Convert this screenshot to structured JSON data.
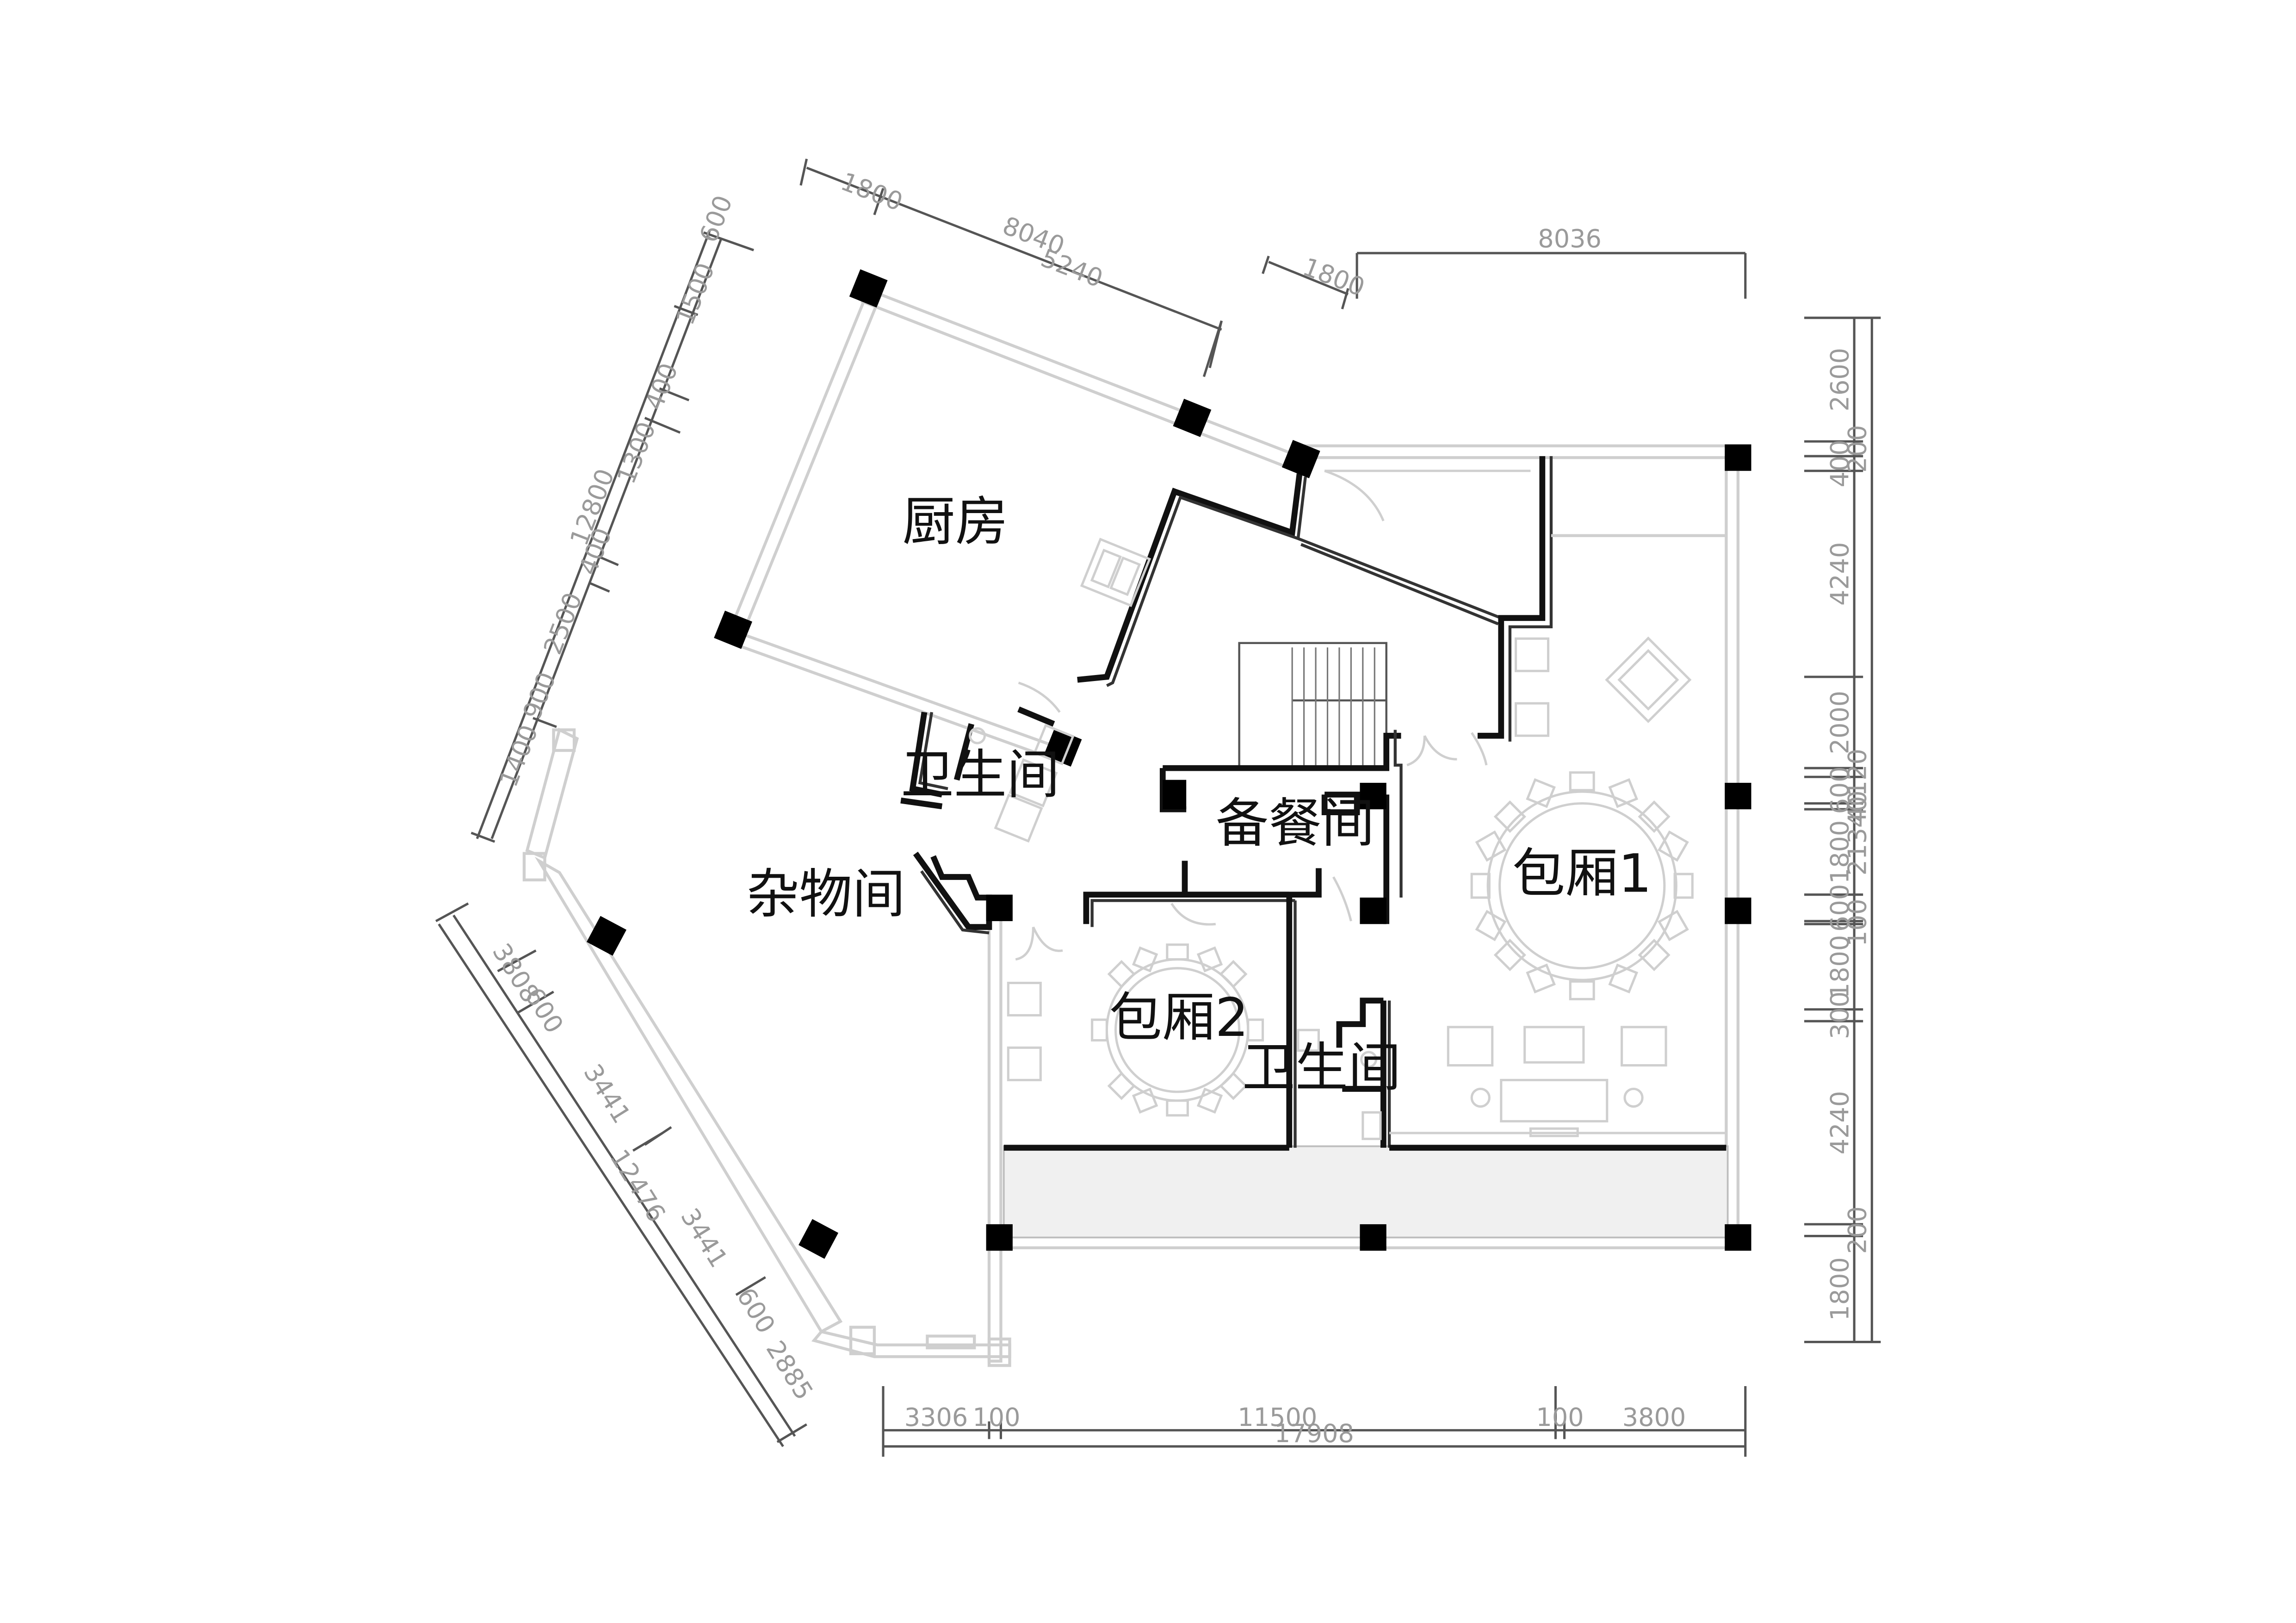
{
  "rooms": {
    "kitchen": "厨房",
    "storage": "杂物间",
    "toilet_top": "卫生间",
    "pantry": "备餐间",
    "private_room_1": "包厢1",
    "private_room_2": "包厢2",
    "toilet_bottom": "卫生间"
  },
  "dimensions": {
    "top_left": [
      "1800",
      "8040",
      "5240"
    ],
    "top_right": [
      "1800",
      "8036"
    ],
    "left_upper": [
      "600",
      "1500",
      "400",
      "1300",
      "12800",
      "400",
      "2500",
      "900",
      "1400"
    ],
    "left_lower": [
      "3808",
      "600",
      "3441",
      "12476",
      "3441",
      "600",
      "2885"
    ],
    "bottom": [
      "3306",
      "100",
      "11500",
      "100",
      "3800"
    ],
    "bottom_total": "17908",
    "right": [
      "2600",
      "200",
      "400",
      "4240",
      "2000",
      "120",
      "600",
      "40",
      "1800",
      "600",
      "100",
      "1800",
      "300",
      "4240",
      "200",
      "1800"
    ],
    "right_total": "21340"
  }
}
